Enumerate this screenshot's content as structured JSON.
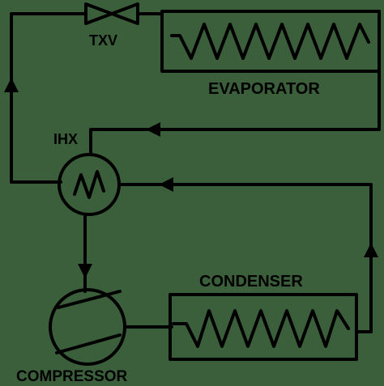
{
  "diagram": {
    "colors": {
      "background": "#3a5f3a",
      "stroke": "#000000"
    },
    "labels": {
      "txv": "TXV",
      "evaporator": "EVAPORATOR",
      "ihx": "IHX",
      "condenser": "CONDENSER",
      "compressor": "COMPRESSOR"
    },
    "icons": {
      "txv": "valve-icon",
      "evaporator": "coil-icon",
      "ihx": "heat-exchanger-icon",
      "condenser": "coil-icon",
      "compressor": "compressor-icon",
      "flow": "arrow-icon"
    }
  }
}
